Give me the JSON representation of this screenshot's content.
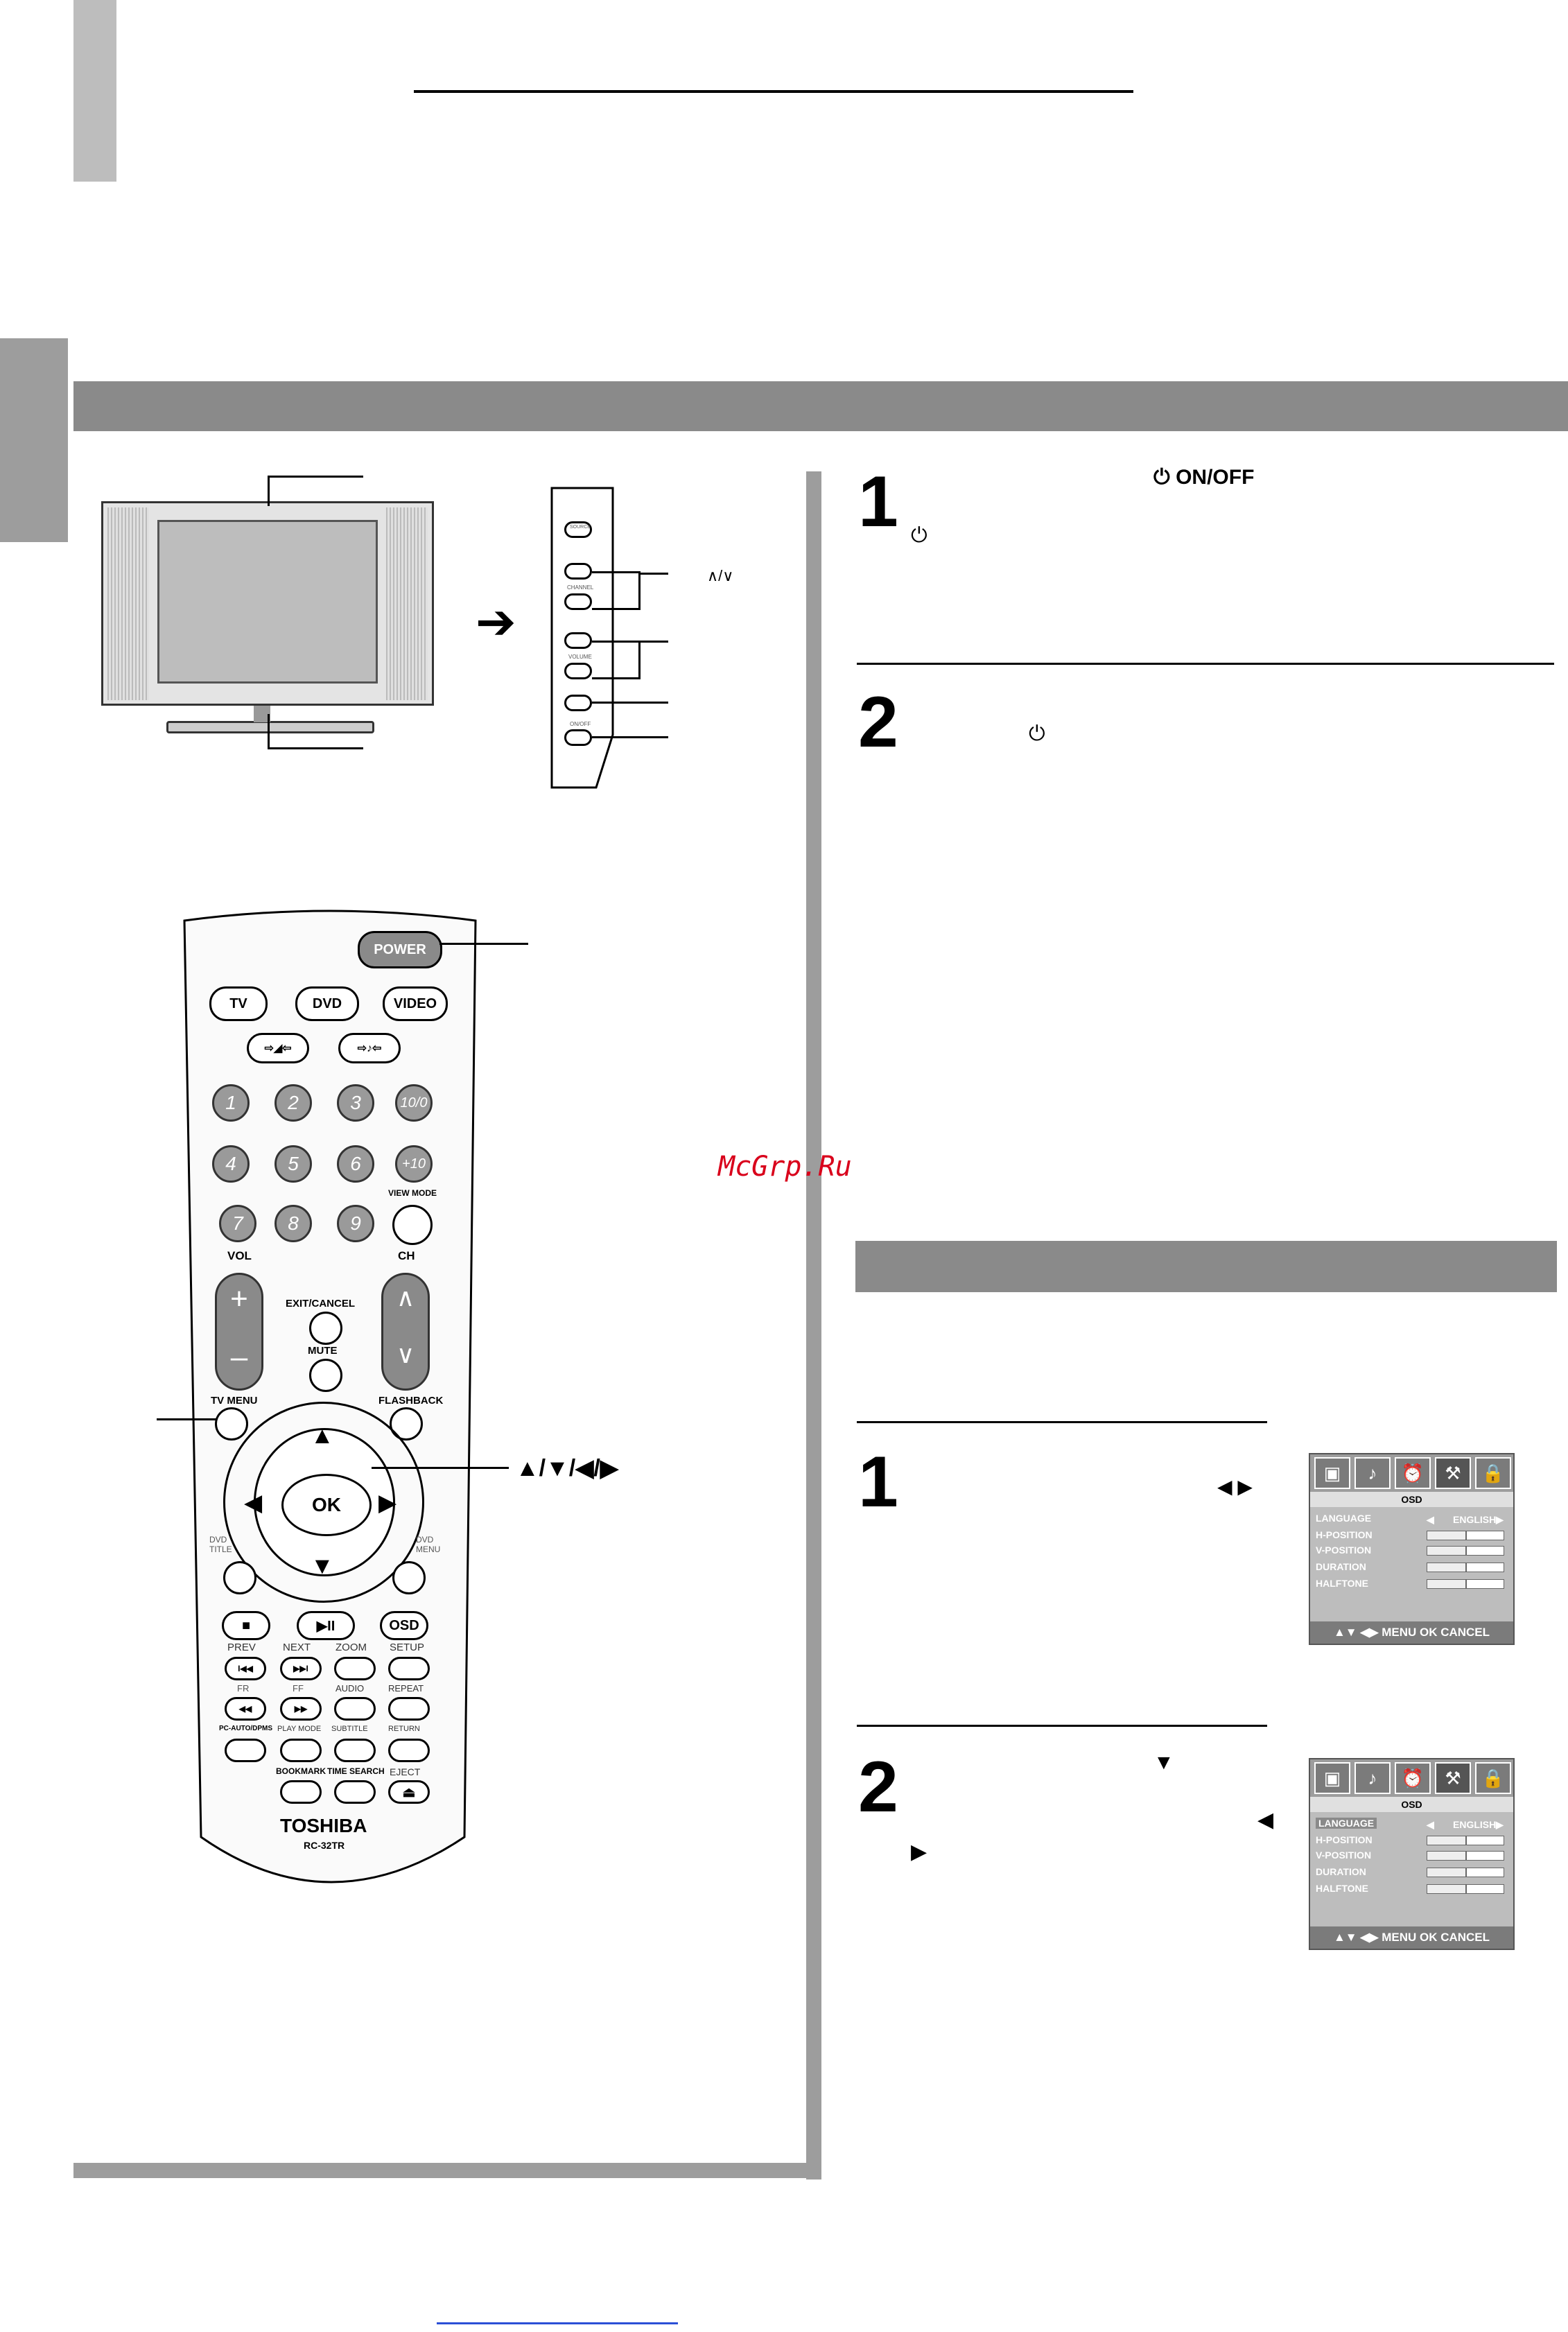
{
  "section_heading": "",
  "tv_side_panel": {
    "source": "SOURCE",
    "channel": "CHANNEL",
    "volume": "VOLUME",
    "onoff": "ON/OFF",
    "ch_arrows_label": "∧/∨"
  },
  "remote": {
    "power": "POWER",
    "tv": "TV",
    "dvd": "DVD",
    "video": "VIDEO",
    "digits": [
      "1",
      "2",
      "3",
      "10/0",
      "4",
      "5",
      "6",
      "+10",
      "7",
      "8",
      "9"
    ],
    "view_mode": "VIEW MODE",
    "vol": "VOL",
    "ch": "CH",
    "exit_cancel": "EXIT/CANCEL",
    "mute": "MUTE",
    "tv_menu": "TV MENU",
    "flashback": "FLASHBACK",
    "ok": "OK",
    "dvd_title": "DVD TITLE",
    "dvd_menu": "DVD MENU",
    "osd": "OSD",
    "prev": "PREV",
    "next": "NEXT",
    "zoom": "ZOOM",
    "setup": "SETUP",
    "fr": "FR",
    "ff": "FF",
    "audio": "AUDIO",
    "repeat": "REPEAT",
    "pc_auto": "PC-AUTO/DPMS",
    "play_mode": "PLAY MODE",
    "subtitle": "SUBTITLE",
    "return": "RETURN",
    "bookmark": "BOOKMARK",
    "time_search": "TIME SEARCH",
    "eject": "EJECT",
    "brand": "TOSHIBA",
    "model": "RC-32TR",
    "arrows_callout": "▲/▼/◀/▶"
  },
  "steps_power": {
    "step1_number": "1",
    "step1_onoff": "ON/OFF",
    "step2_number": "2"
  },
  "watermark": "McGrp.Ru",
  "osd_section": {
    "step1_number": "1",
    "step1_arrows": "◀ ▶",
    "step2_number": "2",
    "step2_down": "▼",
    "step2_left": "◀",
    "step2_right": "▶",
    "screen1": {
      "title": "OSD",
      "rows": [
        "LANGUAGE",
        "H-POSITION",
        "V-POSITION",
        "DURATION",
        "HALFTONE"
      ],
      "language_value": "ENGLISH",
      "bar_levels": [
        0.5,
        0.5,
        0.5,
        0.5
      ],
      "footer": "▲▼ ◀▶ MENU OK CANCEL"
    },
    "screen2": {
      "title": "OSD",
      "rows": [
        "LANGUAGE",
        "H-POSITION",
        "V-POSITION",
        "DURATION",
        "HALFTONE"
      ],
      "language_value": "ENGLISH",
      "bar_levels": [
        0.5,
        0.5,
        0.5,
        0.5
      ],
      "footer": "▲▼ ◀▶ MENU OK CANCEL"
    }
  }
}
